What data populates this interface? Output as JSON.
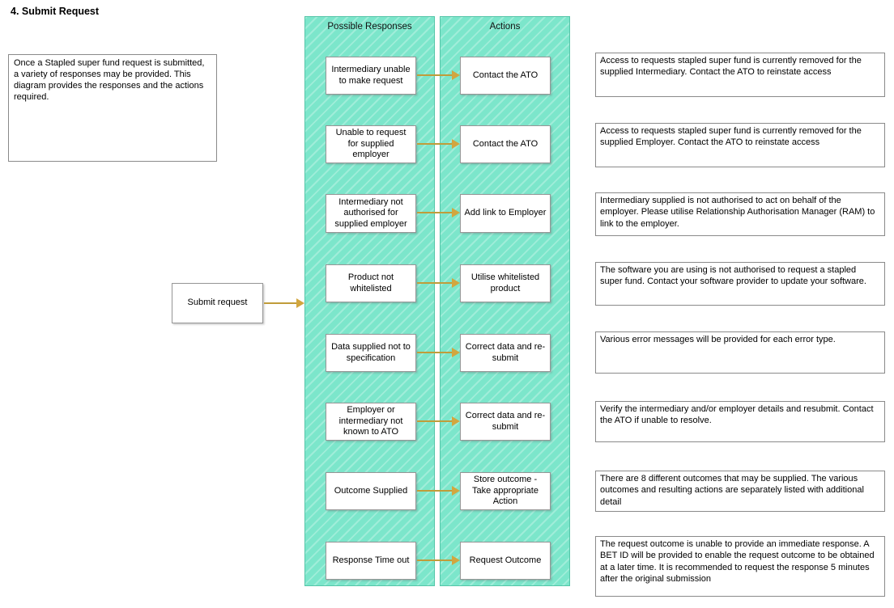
{
  "title": "4. Submit Request",
  "intro": "Once a Stapled super fund request is submitted, a variety of responses may be provided. This diagram provides the responses and the actions required.",
  "submit_box_label": "Submit request",
  "columns": {
    "responses_header": "Possible Responses",
    "actions_header": "Actions"
  },
  "colors": {
    "column_fill": "#7CE6CB",
    "arrow": "#C9A13B",
    "box_border": "#969696"
  },
  "rows": [
    {
      "response": "Intermediary unable to make request",
      "action": "Contact the ATO",
      "detail": "Access to requests stapled super fund is currently removed for the supplied Intermediary. Contact the ATO to reinstate access"
    },
    {
      "response": "Unable to request for supplied employer",
      "action": "Contact the ATO",
      "detail": "Access to requests stapled super fund is currently removed for the supplied Employer. Contact the ATO to reinstate access"
    },
    {
      "response": "Intermediary not authorised for supplied employer",
      "action": "Add link to Employer",
      "detail": "Intermediary supplied is not authorised to act on behalf of the employer. Please utilise Relationship Authorisation Manager (RAM) to link to the employer."
    },
    {
      "response": "Product not whitelisted",
      "action": "Utilise whitelisted product",
      "detail": "The software you are using is not authorised to request a stapled super fund. Contact your software provider to update your software."
    },
    {
      "response": "Data supplied not to specification",
      "action": "Correct data and re-submit",
      "detail": "Various error messages will be provided for each error type."
    },
    {
      "response": "Employer or intermediary not known to ATO",
      "action": "Correct data and re-submit",
      "detail": "Verify the intermediary and/or employer details and resubmit. Contact the ATO if unable to resolve."
    },
    {
      "response": "Outcome Supplied",
      "action": "Store outcome - Take appropriate Action",
      "detail": "There are 8 different outcomes that may be supplied. The various outcomes and resulting actions are separately listed with additional detail"
    },
    {
      "response": "Response Time out",
      "action": "Request Outcome",
      "detail": "The request outcome is unable to provide an immediate response. A BET ID will be provided to enable the request outcome to be obtained at a later time. It is recommended to request the response 5 minutes after the original submission"
    }
  ]
}
